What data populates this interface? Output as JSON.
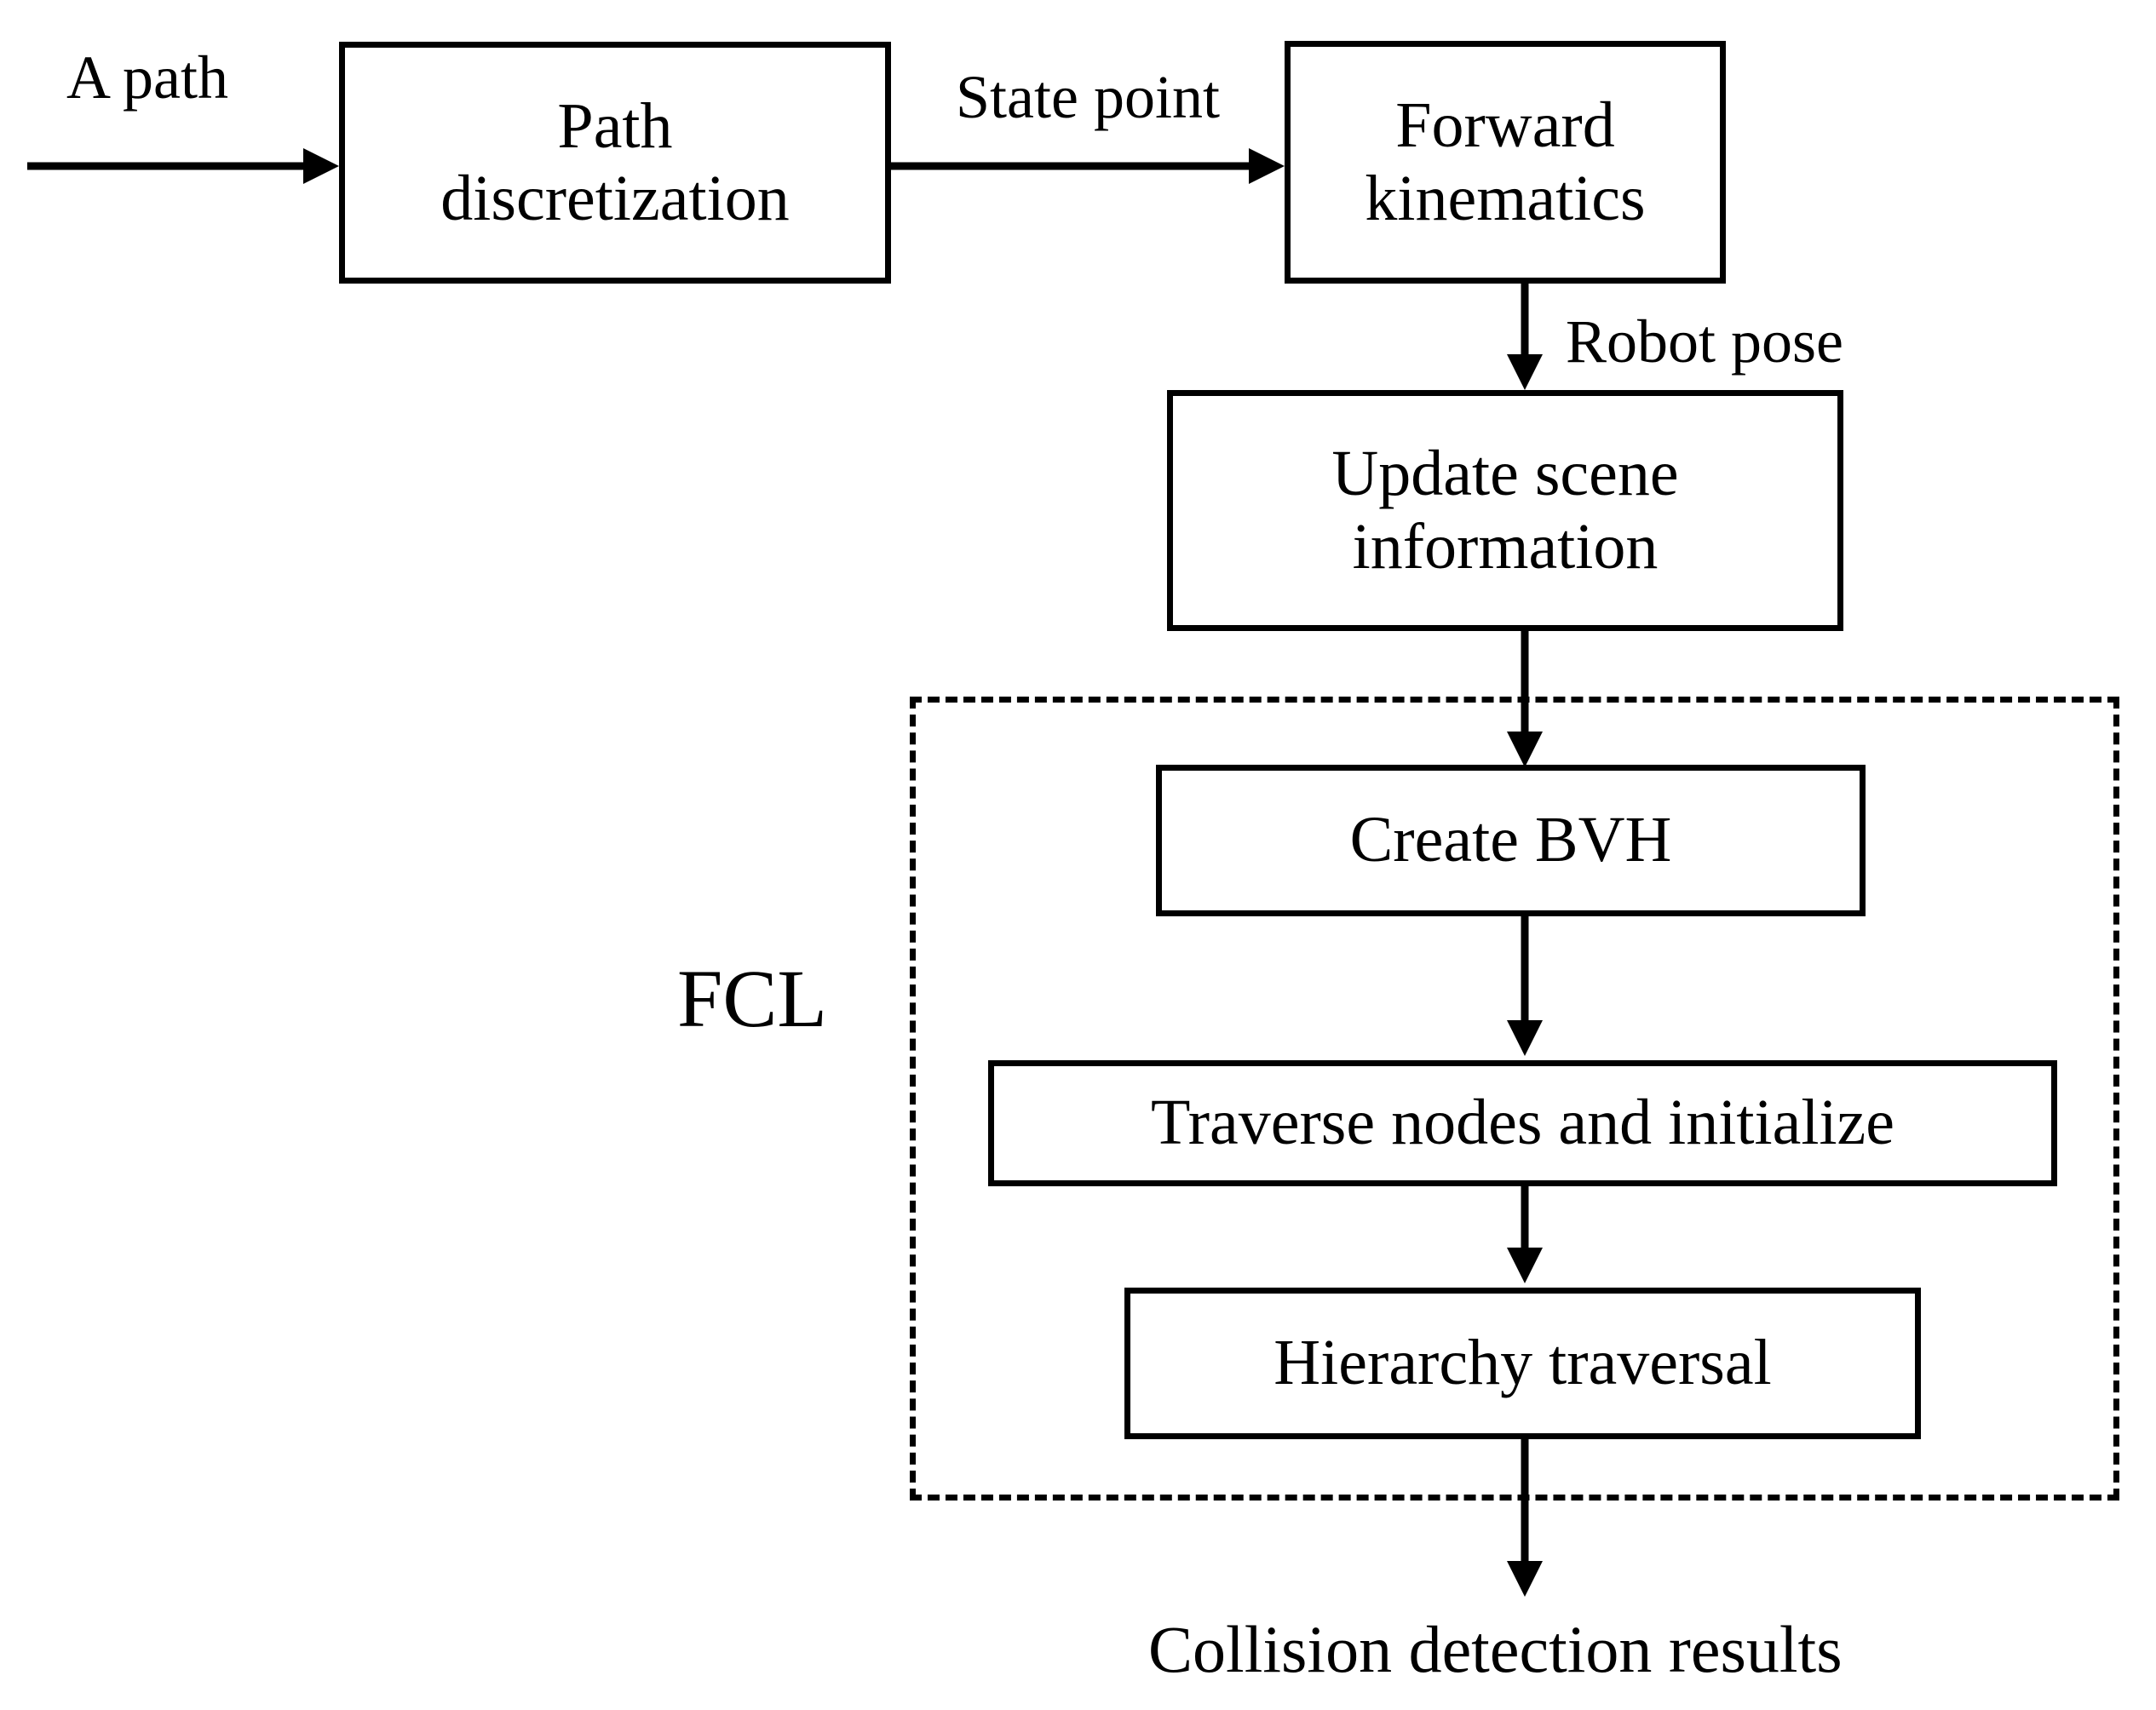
{
  "diagram": {
    "title_text": "",
    "background_color": "#ffffff",
    "line_color": "#000000",
    "nodes": [
      {
        "id": "path-discretization",
        "label": "Path\ndiscretization"
      },
      {
        "id": "forward-kinematics",
        "label": "Forward\nkinematics"
      },
      {
        "id": "update-scene-information",
        "label": "Update scene\ninformation"
      },
      {
        "id": "create-bvh",
        "label": "Create BVH"
      },
      {
        "id": "traverse-nodes",
        "label": "Traverse nodes and initialize"
      },
      {
        "id": "hierarchy-traversal",
        "label": "Hierarchy traversal"
      }
    ],
    "group": {
      "id": "fcl-group",
      "label": "FCL",
      "style": "dashed"
    },
    "edge_labels": [
      {
        "id": "input-label",
        "text": "A path"
      },
      {
        "id": "state-point-label",
        "text": "State point"
      },
      {
        "id": "robot-pose-label",
        "text": "Robot pose"
      }
    ],
    "output_label": {
      "id": "output-label",
      "text": "Collision detection results"
    }
  }
}
